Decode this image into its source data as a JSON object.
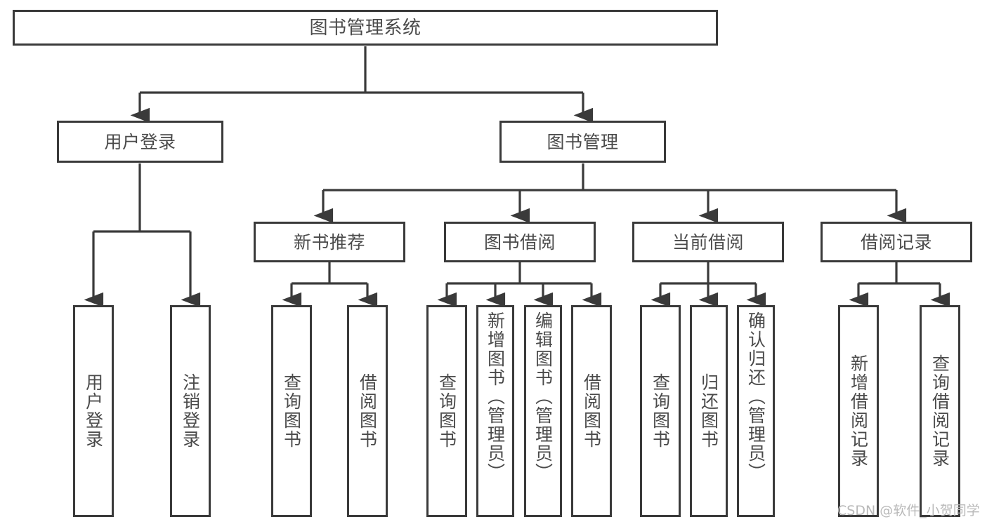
{
  "diagram": {
    "type": "tree-hierarchy",
    "title": "图书管理系统",
    "orientation": "top-down",
    "colors": {
      "background": "#ffffff",
      "box_border": "#3a3a3a",
      "box_fill": "#ffffff",
      "text": "#4a4a4a",
      "connector": "#3a3a3a",
      "watermark": "#b9b9b9"
    },
    "root": {
      "label": "图书管理系统"
    },
    "level2": [
      {
        "id": "user-login",
        "label": "用户登录"
      },
      {
        "id": "book-management",
        "label": "图书管理"
      }
    ],
    "level3": [
      {
        "id": "new-book-recommend",
        "label": "新书推荐",
        "parent": "book-management"
      },
      {
        "id": "book-borrow",
        "label": "图书借阅",
        "parent": "book-management"
      },
      {
        "id": "current-borrow",
        "label": "当前借阅",
        "parent": "book-management"
      },
      {
        "id": "borrow-record",
        "label": "借阅记录",
        "parent": "book-management"
      }
    ],
    "leaves": {
      "user-login": [
        {
          "id": "leaf-user-login",
          "label": "用户登录"
        },
        {
          "id": "leaf-logout",
          "label": "注销登录"
        }
      ],
      "new-book-recommend": [
        {
          "id": "leaf-query-book-1",
          "label": "查询图书"
        },
        {
          "id": "leaf-borrow-book-1",
          "label": "借阅图书"
        }
      ],
      "book-borrow": [
        {
          "id": "leaf-query-book-2",
          "label": "查询图书"
        },
        {
          "id": "leaf-add-book",
          "label": "新增图书（管理员）"
        },
        {
          "id": "leaf-edit-book",
          "label": "编辑图书（管理员）"
        },
        {
          "id": "leaf-borrow-book-2",
          "label": "借阅图书"
        }
      ],
      "current-borrow": [
        {
          "id": "leaf-query-book-3",
          "label": "查询图书"
        },
        {
          "id": "leaf-return-book",
          "label": "归还图书"
        },
        {
          "id": "leaf-confirm-return",
          "label": "确认归还（管理员）"
        }
      ],
      "borrow-record": [
        {
          "id": "leaf-add-record",
          "label": "新增借阅记录"
        },
        {
          "id": "leaf-query-record",
          "label": "查询借阅记录"
        }
      ]
    }
  },
  "watermark": {
    "text": "CSDN @软件_小贺同学"
  }
}
